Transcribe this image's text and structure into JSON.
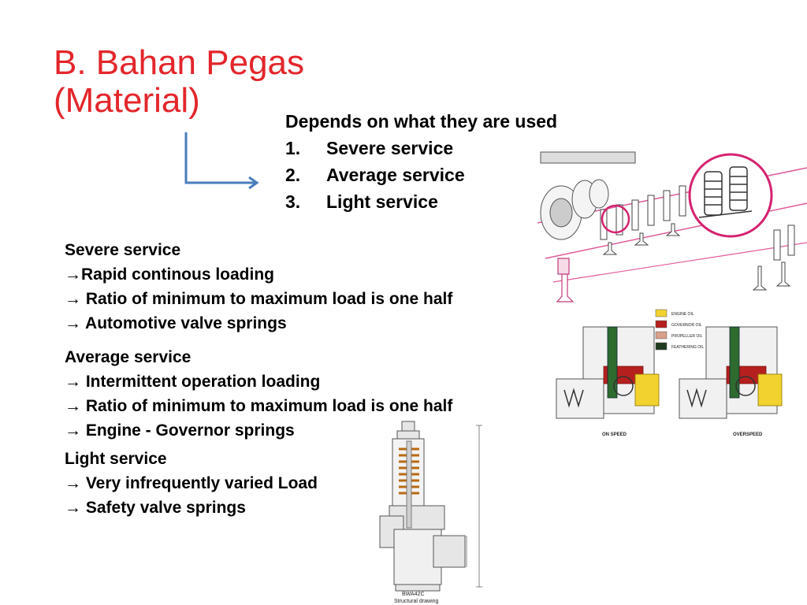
{
  "title": {
    "line1": "B. Bahan Pegas",
    "line2": "(Material)"
  },
  "intro": {
    "heading": "Depends on what they are used",
    "items": [
      {
        "num": "1.",
        "label": "Severe service"
      },
      {
        "num": "2.",
        "label": "Average service"
      },
      {
        "num": "3.",
        "label": "Light service"
      }
    ]
  },
  "arrow_glyph": "→",
  "sections": [
    {
      "heading": "Severe service",
      "points": [
        "Rapid continous loading",
        " Ratio of minimum to maximum load is one half",
        " Automotive valve springs"
      ]
    },
    {
      "heading": "Average service",
      "points": [
        " Intermittent operation loading",
        " Ratio of minimum to maximum load is one half",
        " Engine - Governor springs"
      ]
    },
    {
      "heading": "Light service",
      "points": [
        " Very infrequently varied Load",
        " Safety valve springs"
      ]
    }
  ],
  "governor_diagram": {
    "legend": [
      "ENGINE OIL",
      "GOVERNOR OIL",
      "PROPELLER OIL",
      "FEATHERING OIL"
    ],
    "captions": [
      "ON SPEED",
      "OVERSPEED"
    ]
  },
  "safety_valve": {
    "model": "BWA42C",
    "caption": "Structural drawing"
  },
  "colors": {
    "title": "#e3262b",
    "arrow": "#4a7ebb",
    "engine_oil": "#f2d22e",
    "governor_oil": "#b5201e",
    "propeller_oil": "#d8a08a",
    "feathering_oil": "#1f3b20"
  }
}
